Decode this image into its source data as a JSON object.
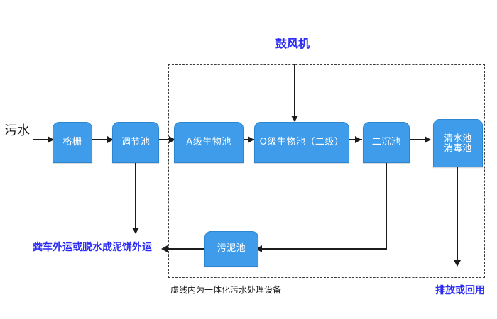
{
  "diagram": {
    "title_note": "虚线内为一体化污水处理设备",
    "enclosure_label": "虚线内为一体化污水处理设备",
    "blower_label": "鼓风机",
    "inlet_label": "污水",
    "sludge_disposal_label": "粪车外运或脱水成泥饼外运",
    "discharge_label": "排放或回用",
    "colors": {
      "node_fill": "#3f9ceb",
      "node_border": "#2f86d0",
      "node_text": "#ffffff",
      "blue_text": "#2b2bf5",
      "black_text": "#1a1a1a",
      "connector": "#1c1c1c",
      "dashed_border": "#3a3a3a",
      "background": "#ffffff"
    },
    "nodes": [
      {
        "id": "grille",
        "label": "格栅"
      },
      {
        "id": "equalization",
        "label": "调节池"
      },
      {
        "id": "a-stage",
        "label": "A级生物池"
      },
      {
        "id": "o-stage",
        "label": "O级生物池（二级）"
      },
      {
        "id": "secondary",
        "label": "二沉池"
      },
      {
        "id": "clearwater",
        "label_line1": "清水池",
        "label_line2": "消毒池"
      },
      {
        "id": "sludge",
        "label": "污泥池"
      }
    ]
  }
}
